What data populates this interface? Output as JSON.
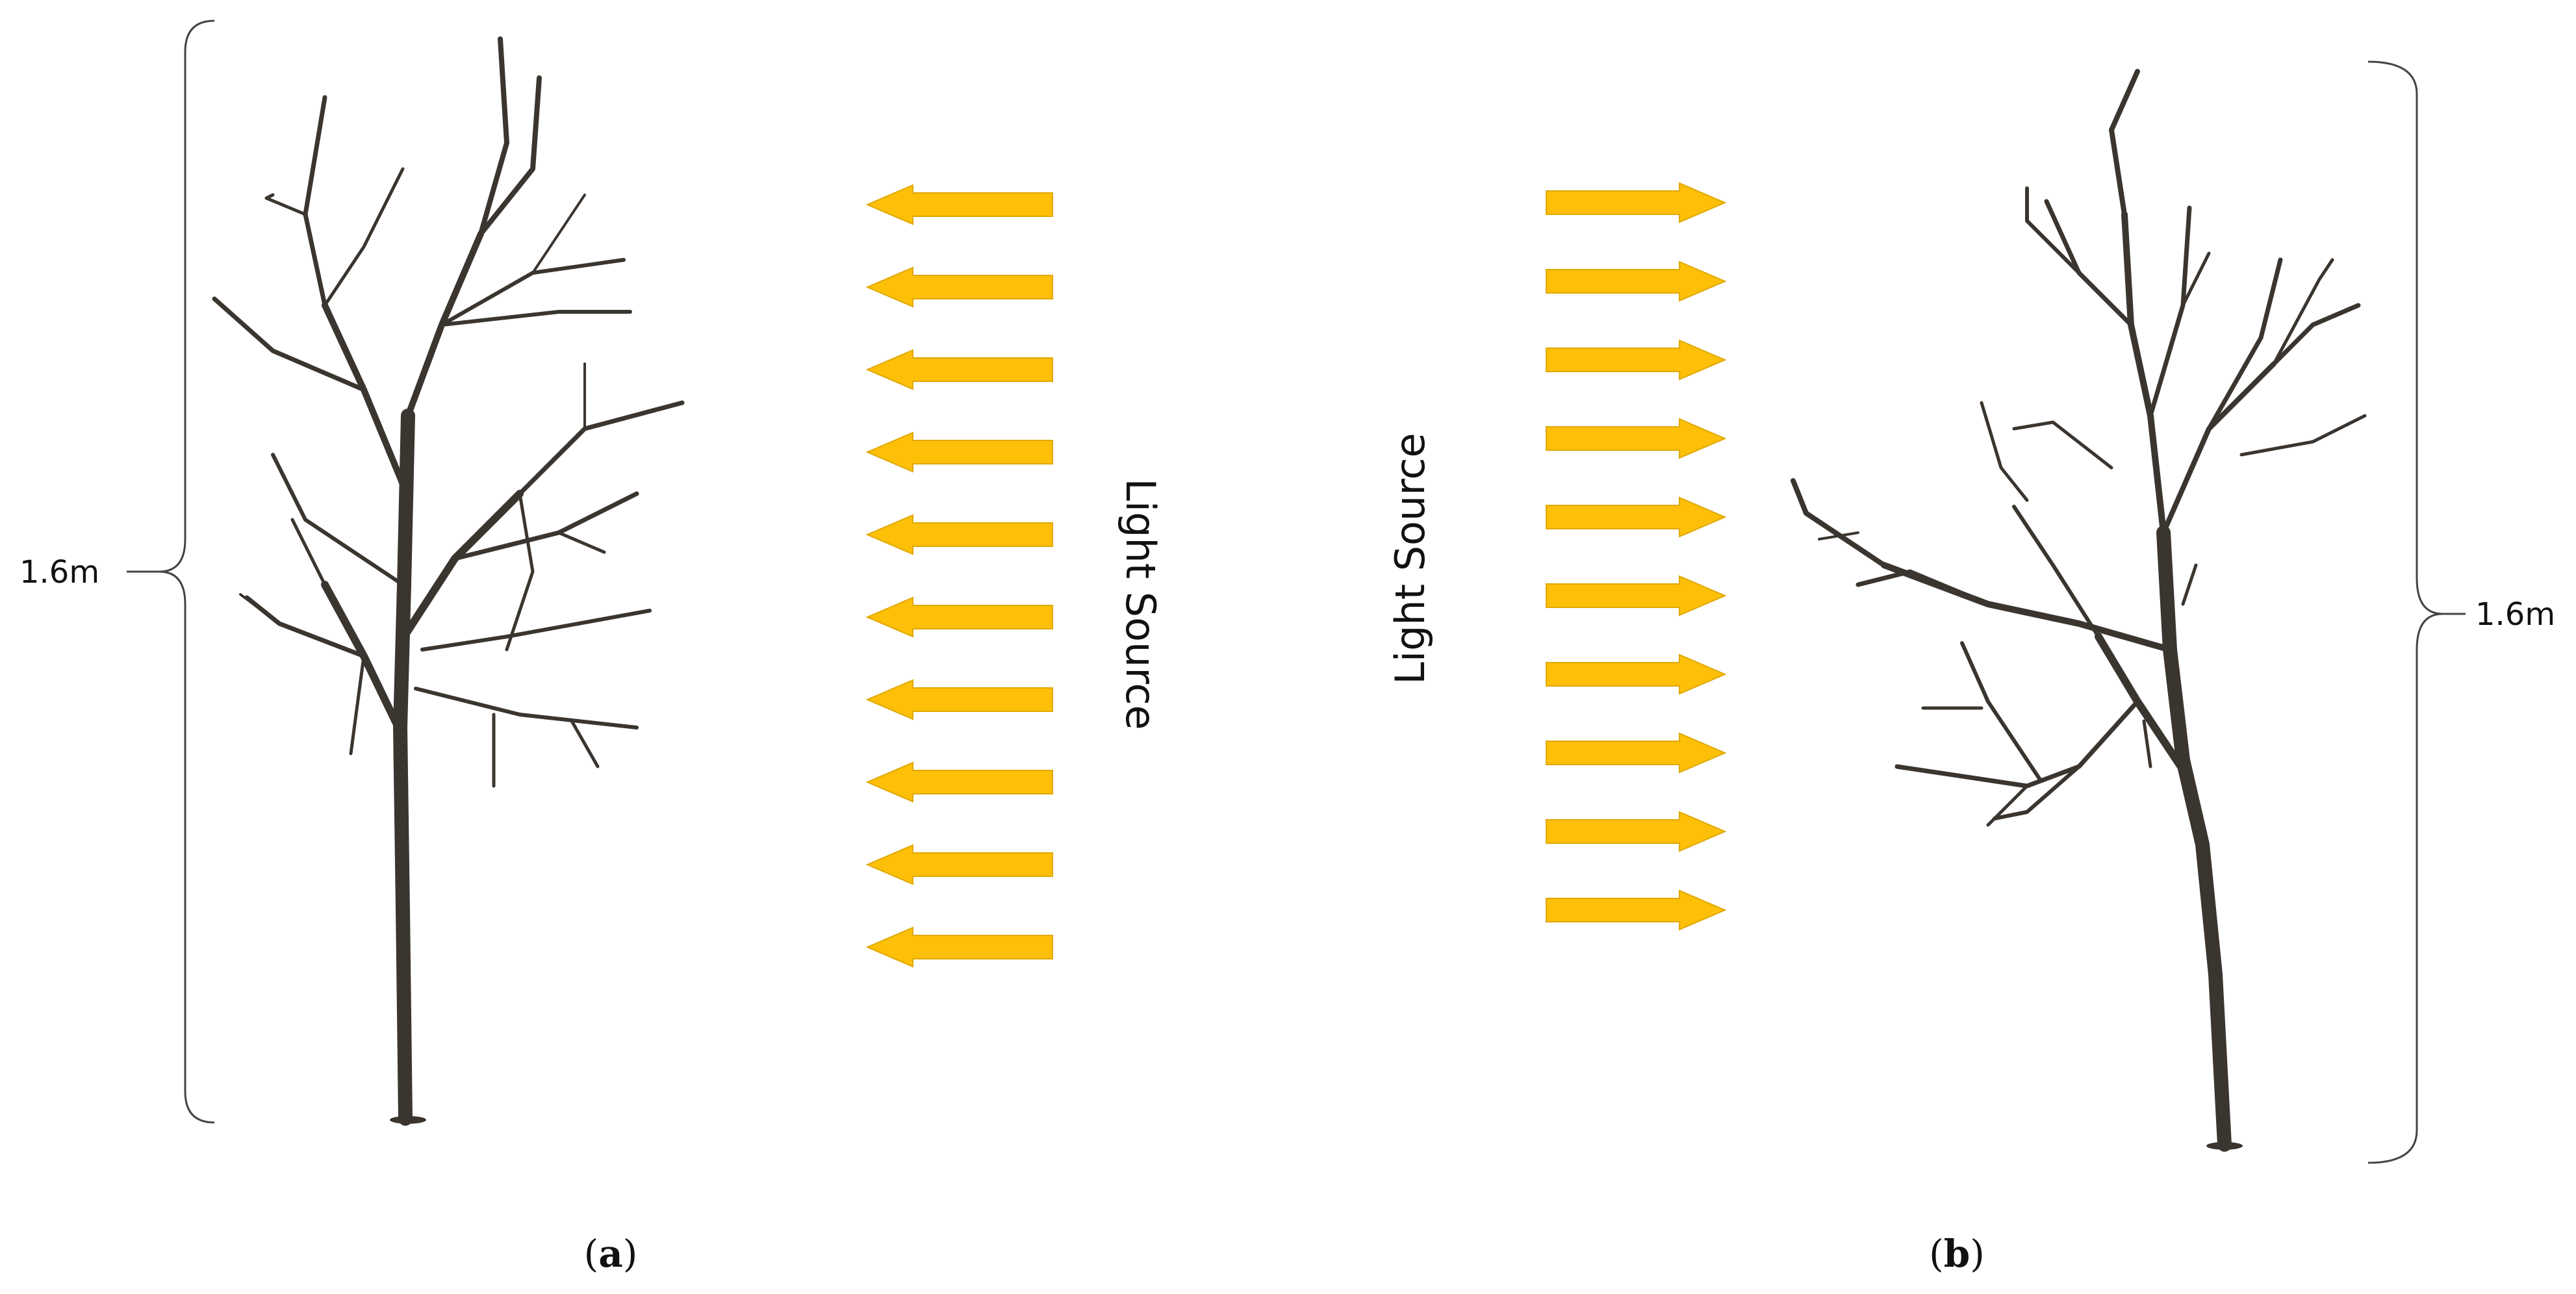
{
  "figure": {
    "panels": [
      {
        "id": "a",
        "caption_letter": "a",
        "height_label": "1.6m",
        "light_label": "Light Source",
        "light_direction": "left",
        "arrow_count": 10
      },
      {
        "id": "b",
        "caption_letter": "b",
        "height_label": "1.6m",
        "light_label": "Light Source",
        "light_direction": "right",
        "arrow_count": 10
      }
    ],
    "colors": {
      "arrow_fill": "#FDBF08",
      "arrow_stroke": "#E0A800",
      "tree": "#3b3530",
      "bracket": "#444444"
    }
  }
}
